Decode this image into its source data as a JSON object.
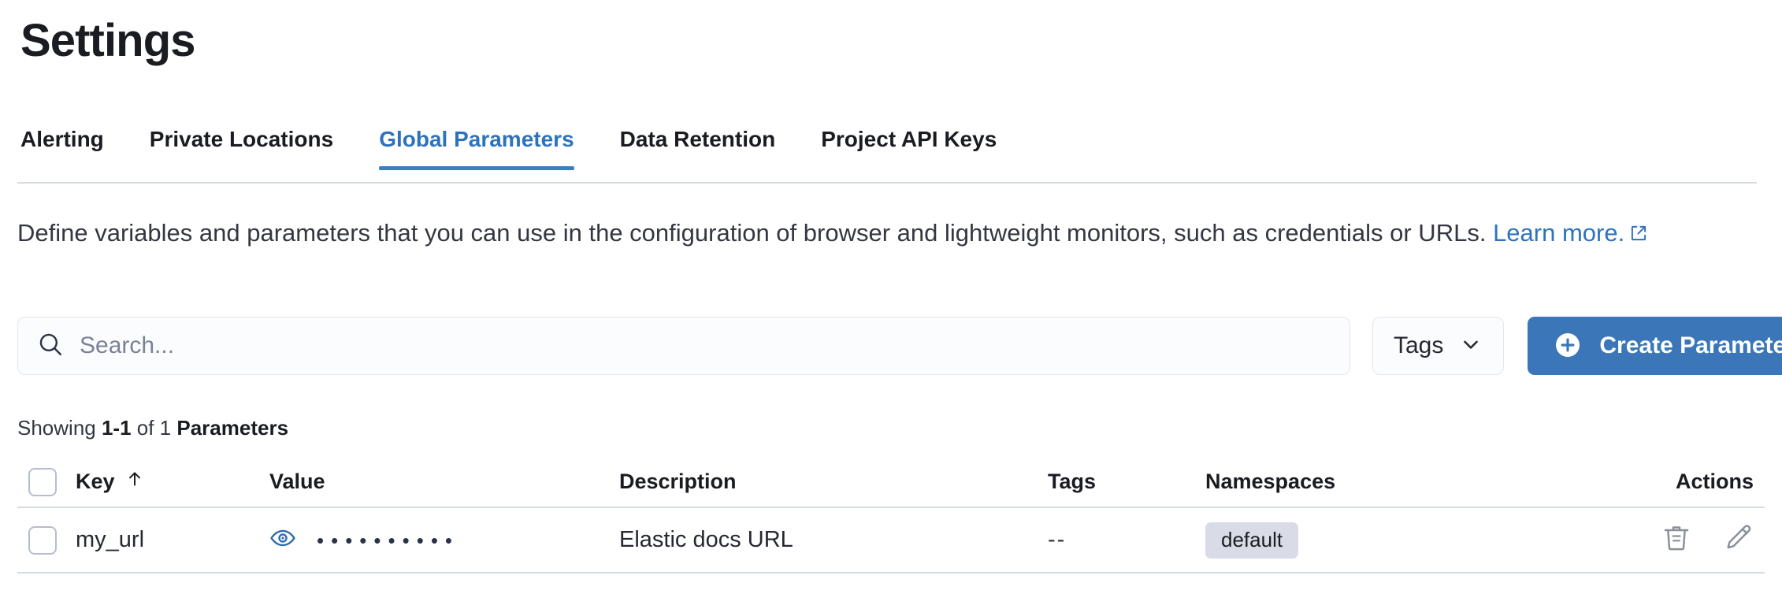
{
  "page": {
    "title": "Settings",
    "accent_color": "#3a7fc4",
    "link_color": "#2e72bd",
    "text_color": "#343741"
  },
  "tabs": [
    {
      "label": "Alerting",
      "active": false
    },
    {
      "label": "Private Locations",
      "active": false
    },
    {
      "label": "Global Parameters",
      "active": true
    },
    {
      "label": "Data Retention",
      "active": false
    },
    {
      "label": "Project API Keys",
      "active": false
    }
  ],
  "description": {
    "text": "Define variables and parameters that you can use in the configuration of browser and lightweight monitors, such as credentials or URLs. ",
    "link_text": "Learn more.",
    "link_icon": "external-link-icon"
  },
  "toolbar": {
    "search_placeholder": "Search...",
    "search_value": "",
    "search_icon": "search-icon",
    "tags_label": "Tags",
    "tags_chevron_icon": "chevron-down-icon",
    "create_label": "Create Parameter",
    "create_icon": "plus-circle-icon"
  },
  "results": {
    "prefix": "Showing ",
    "range": "1-1",
    "middle": " of 1 ",
    "entity": "Parameters"
  },
  "table": {
    "columns": [
      {
        "key": "select",
        "label": ""
      },
      {
        "key": "key",
        "label": "Key",
        "sort_icon": "arrow-up-icon",
        "sorted": "asc"
      },
      {
        "key": "value",
        "label": "Value"
      },
      {
        "key": "description",
        "label": "Description"
      },
      {
        "key": "tags",
        "label": "Tags"
      },
      {
        "key": "namespaces",
        "label": "Namespaces"
      },
      {
        "key": "actions",
        "label": "Actions"
      }
    ],
    "rows": [
      {
        "selected": false,
        "key": "my_url",
        "value_masked": "••••••••••",
        "value_toggle_icon": "eye-icon",
        "description": "Elastic docs URL",
        "tags": "--",
        "namespaces": [
          "default"
        ],
        "actions": [
          "trash-icon",
          "pencil-icon"
        ]
      }
    ]
  }
}
